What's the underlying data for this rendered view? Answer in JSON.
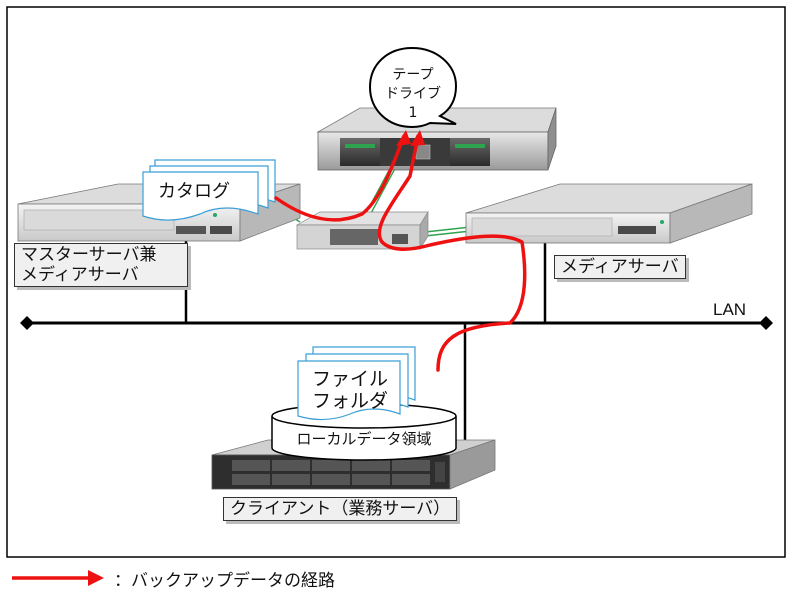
{
  "labels": {
    "tape_drive": [
      "テープ",
      "ドライブ",
      "1"
    ],
    "catalog": "カタログ",
    "master_server": [
      "マスターサーバ兼",
      "メディアサーバ"
    ],
    "media_server": "メディアサーバ",
    "lan": "LAN",
    "file_folder": [
      "ファイル",
      "フォルダ"
    ],
    "local_data_area": "ローカルデータ領域",
    "client": "クライアント（業務サーバ）",
    "legend": "：バックアップデータの経路"
  },
  "colors": {
    "backup_path": "#ee1111",
    "fc_cable": "#2ea44f",
    "document_stroke": "#3a9fd6"
  }
}
